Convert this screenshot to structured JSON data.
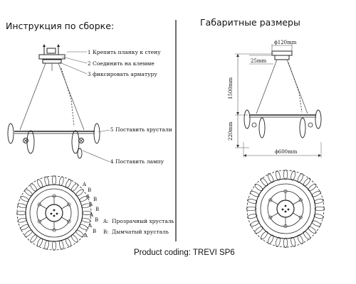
{
  "left_panel": {
    "title": "Инструкция по сборке:",
    "steps": [
      {
        "number": "1",
        "text": "Крепить планку к стену"
      },
      {
        "number": "2",
        "text": "Соединить на клемме"
      },
      {
        "number": "3",
        "text": "фиксировать арматуру"
      },
      {
        "number": "5",
        "text": "Поставить хрустали"
      },
      {
        "number": "4",
        "text": "Поставить лампу"
      }
    ],
    "legend": [
      {
        "key": "A:",
        "text": "Прозрачный хрусталь"
      },
      {
        "key": "B:",
        "text": "Дымчатый хрусталь"
      }
    ],
    "crystal_letters": [
      "A",
      "B",
      "A",
      "B",
      "A",
      "B",
      "A",
      "B",
      "A",
      "B",
      "A"
    ]
  },
  "right_panel": {
    "title": "Габаритные размеры",
    "dimensions": {
      "canopy": "ϕ120mm",
      "canopy_height": "25mm",
      "cable_length": "1500mm",
      "body_height": "220mm",
      "diameter": "ϕ600mm"
    }
  },
  "footer": {
    "product_code": "Product coding: TREVI SP6"
  },
  "colors": {
    "ink": "#111111",
    "line": "#222222",
    "background": "#ffffff"
  }
}
